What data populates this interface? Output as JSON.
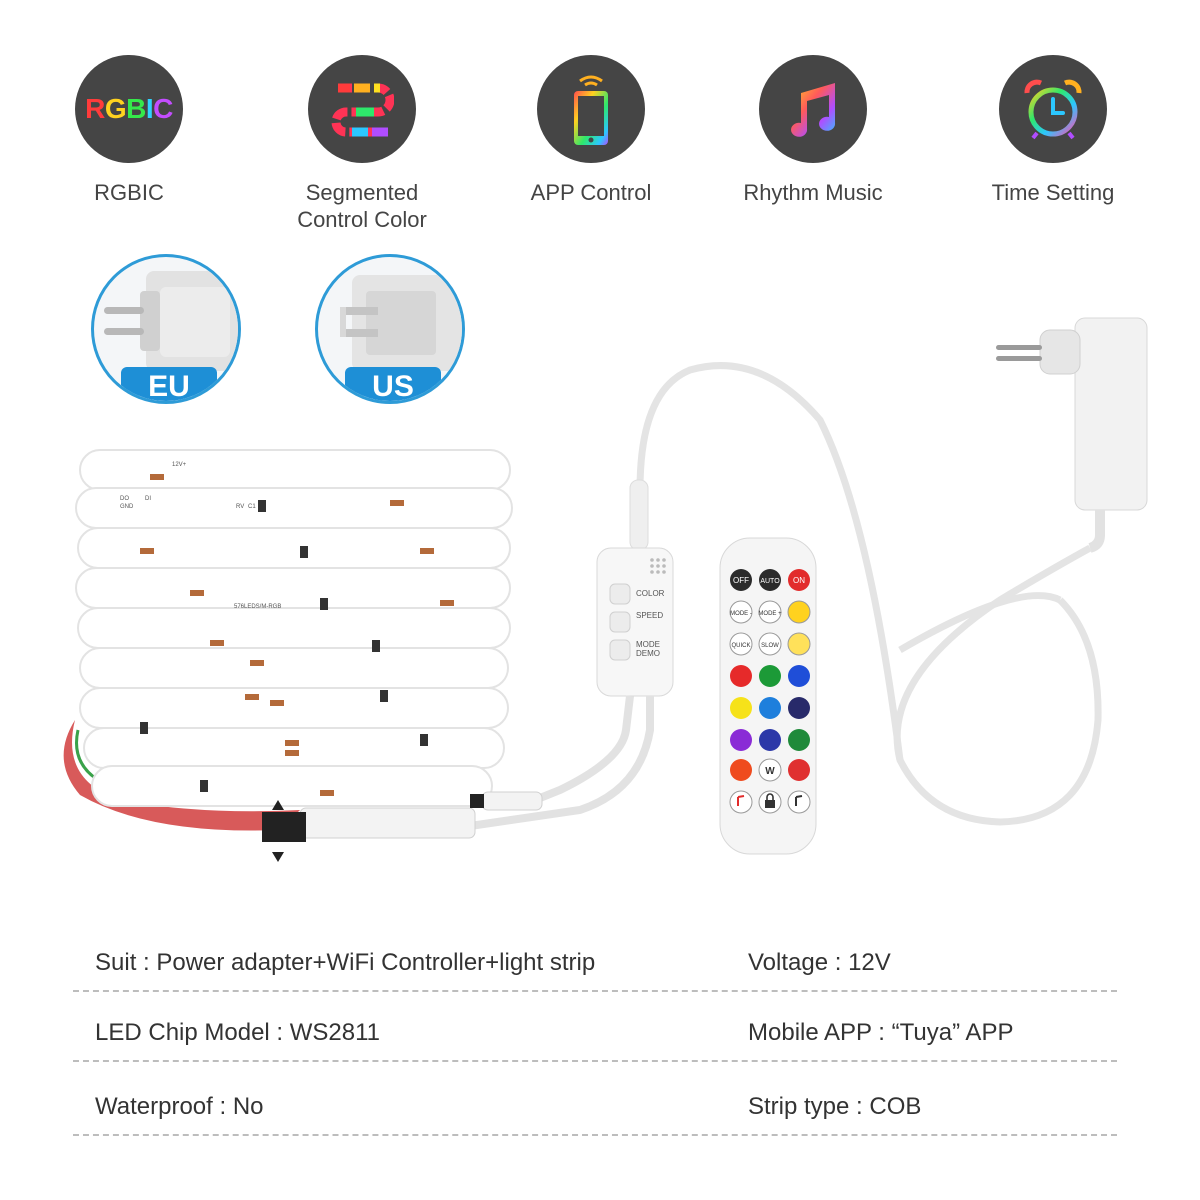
{
  "features": [
    {
      "id": "rgbic",
      "label": "RGBIC",
      "icon": "rgbic-logo-icon",
      "logo_letters": [
        "R",
        "G",
        "B",
        "I",
        "C"
      ]
    },
    {
      "id": "segmented",
      "label": "Segmented\nControl Color",
      "icon": "segmented-color-icon"
    },
    {
      "id": "app",
      "label": "APP Control",
      "icon": "smartphone-wifi-icon"
    },
    {
      "id": "music",
      "label": "Rhythm Music",
      "icon": "music-note-icon"
    },
    {
      "id": "time",
      "label": "Time Setting",
      "icon": "alarm-clock-icon"
    }
  ],
  "plugs": [
    {
      "label": "EU",
      "icon": "eu-plug-icon"
    },
    {
      "label": "US",
      "icon": "us-plug-icon"
    }
  ],
  "controller": {
    "buttons": [
      "COLOR",
      "SPEED",
      "MODE\nDEMO"
    ]
  },
  "remote": {
    "top_buttons": [
      "OFF",
      "AUTO",
      "ON"
    ],
    "mode_buttons": [
      "MODE -",
      "MODE +"
    ],
    "speed_buttons": [
      "QUICK",
      "SLOW"
    ],
    "w_button": "W"
  },
  "strip": {
    "labels": [
      "12V+",
      "DO",
      "DI",
      "GND",
      "RV",
      "C1",
      "576LEDS/M-RGB"
    ]
  },
  "specs": [
    {
      "left": "Suit : Power adapter+WiFi Controller+light strip",
      "right": "Voltage : 12V"
    },
    {
      "left": "LED Chip Model : WS2811",
      "right": "Mobile APP : “Tuya” APP"
    },
    {
      "left": "Waterproof : No",
      "right": "Strip type : COB"
    }
  ],
  "colors": {
    "icon_circle": "#454545",
    "plug_badge": "#1e8fd6",
    "plug_ring": "#2e9bd7",
    "divider": "#bdbdbd"
  }
}
